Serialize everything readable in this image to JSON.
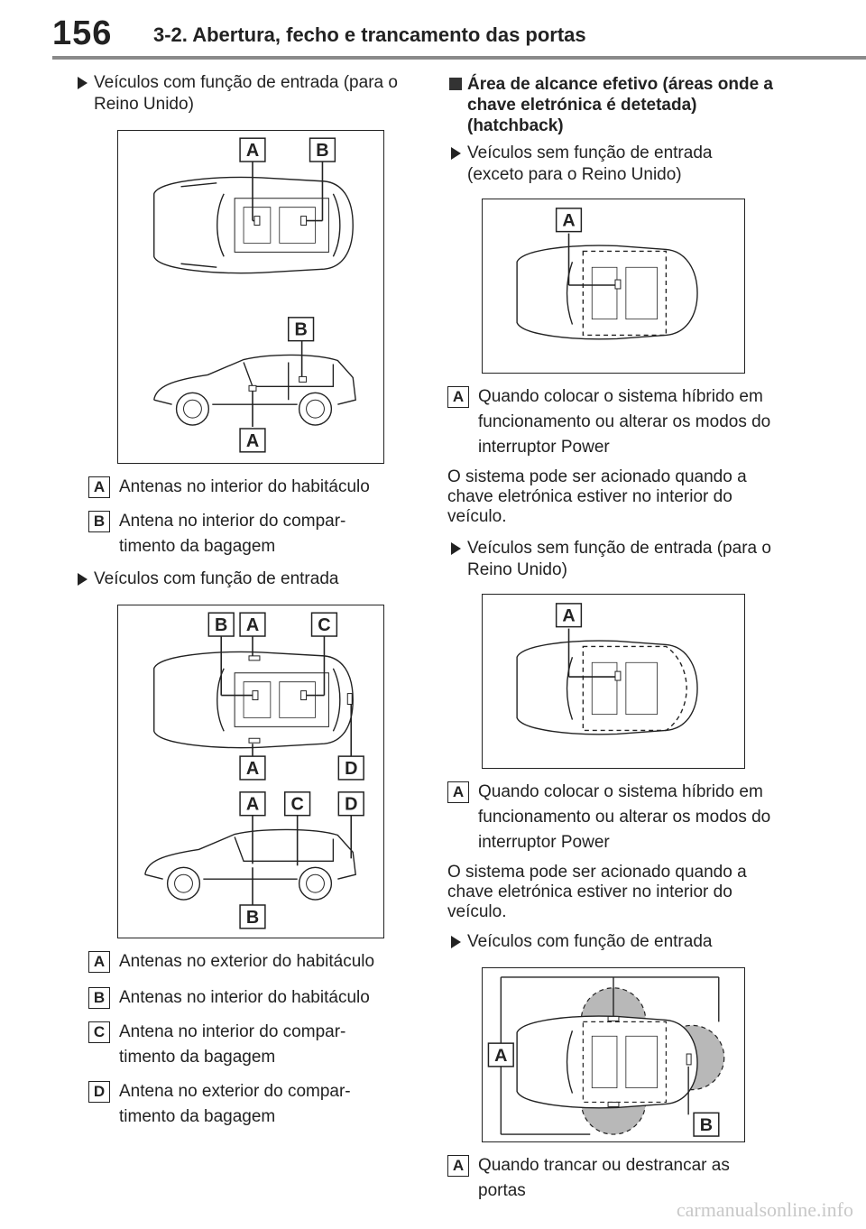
{
  "header": {
    "page_number": "156",
    "section_title": "3-2. Abertura, fecho e trancamento das portas"
  },
  "left": {
    "bullet_1": "Veículos com função de entrada (para o Reino Unido)",
    "fig1_labels": {
      "top_a": "A",
      "top_b": "B",
      "side_b": "B",
      "side_a": "A"
    },
    "legend_1": [
      {
        "key": "A",
        "text": "Antenas no interior do habitáculo"
      },
      {
        "key": "B",
        "text": "Antena no interior do compar-timento da bagagem"
      }
    ],
    "bullet_2": "Veículos com função de entrada",
    "fig2_labels": {
      "top_b": "B",
      "top_a": "A",
      "top_c": "C",
      "mid_a": "A",
      "mid_d": "D",
      "side_a": "A",
      "side_c": "C",
      "side_d": "D",
      "bottom_b": "B"
    },
    "legend_2": [
      {
        "key": "A",
        "text": "Antenas no exterior do habitáculo"
      },
      {
        "key": "B",
        "text": "Antenas no interior do habitáculo"
      },
      {
        "key": "C",
        "text": "Antena no interior do compar-timento da bagagem"
      },
      {
        "key": "D",
        "text": "Antena no exterior do compar-timento da bagagem"
      }
    ]
  },
  "right": {
    "heading": "Área de alcance efetivo (áreas onde a chave eletrónica é detetada) (hatchback)",
    "bullet_1": "Veículos sem função de entrada (exceto para o Reino Unido)",
    "fig3_label": "A",
    "legend_3": {
      "key": "A",
      "text": "Quando colocar o sistema híbrido em funcionamento ou alterar os modos do interruptor Power"
    },
    "para_1": "O sistema pode ser acionado quando a chave eletrónica estiver no interior do veículo.",
    "bullet_2": "Veículos sem função de entrada (para o Reino Unido)",
    "fig4_label": "A",
    "legend_4": {
      "key": "A",
      "text": "Quando colocar o sistema híbrido em funcionamento ou alterar os modos do interruptor Power"
    },
    "para_2": "O sistema pode ser acionado quando a chave eletrónica estiver no interior do veículo.",
    "bullet_3": "Veículos com função de entrada",
    "fig5_labels": {
      "left_a": "A",
      "right_b": "B"
    },
    "legend_5": {
      "key": "A",
      "text": "Quando trancar ou destrancar as portas"
    }
  },
  "watermark": "carmanualsonline.info",
  "colors": {
    "text": "#222222",
    "rule": "#8a8a8a",
    "zone_fill": "#b8b8b8",
    "zone_stroke": "#222222"
  }
}
